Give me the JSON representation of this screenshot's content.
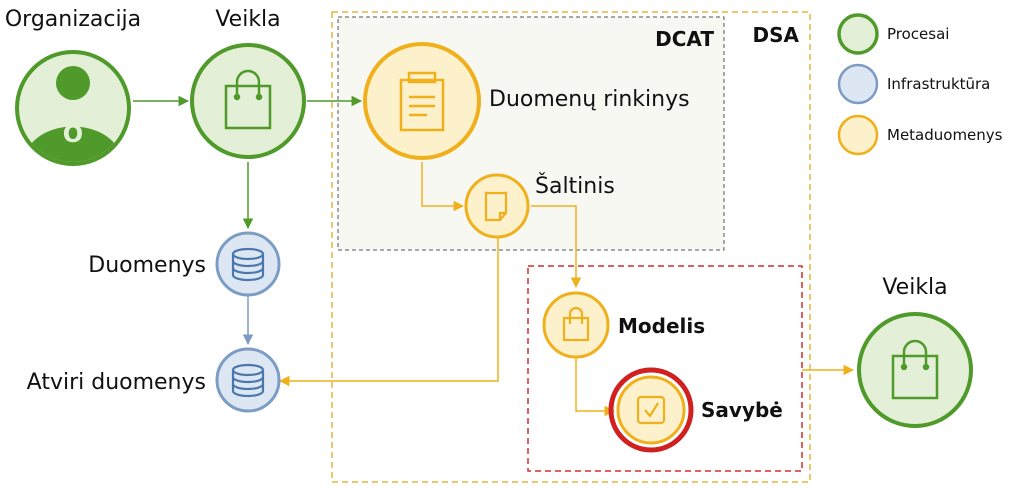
{
  "colors": {
    "process_fill": "#e3efd6",
    "process_stroke": "#4f9a2a",
    "infra_fill": "#dce7f3",
    "infra_stroke": "#7d9cc4",
    "meta_fill": "#fdf1cc",
    "meta_stroke": "#f0b01c",
    "dcat_bg": "#f8f8f3",
    "dsa_border": "#e3b63a",
    "selection_red": "#d02020",
    "red_frame": "#d32f2f"
  },
  "nodes": {
    "organizacija": {
      "label": "Organizacija",
      "avatar_letter": "O",
      "icon": "user-icon"
    },
    "veikla_left": {
      "label": "Veikla",
      "icon": "shopping-bag-icon"
    },
    "duomenys": {
      "label": "Duomenys",
      "icon": "database-icon"
    },
    "atviri_duomenys": {
      "label": "Atviri duomenys",
      "icon": "database-icon"
    },
    "duomenu_rinkinys": {
      "label": "Duomenų rinkinys",
      "icon": "document-list-icon"
    },
    "saltinis": {
      "label": "Šaltinis",
      "icon": "document-icon"
    },
    "modelis": {
      "label": "Modelis",
      "icon": "shopping-bag-icon"
    },
    "savybe": {
      "label": "Savybė",
      "icon": "checkmark-icon"
    },
    "veikla_right": {
      "label": "Veikla",
      "icon": "shopping-bag-icon"
    }
  },
  "groups": {
    "dcat": {
      "label": "DCAT"
    },
    "dsa": {
      "label": "DSA"
    }
  },
  "legend": [
    {
      "label": "Procesai",
      "kind": "process"
    },
    {
      "label": "Infrastruktūra",
      "kind": "infra"
    },
    {
      "label": "Metaduomenys",
      "kind": "meta"
    }
  ]
}
